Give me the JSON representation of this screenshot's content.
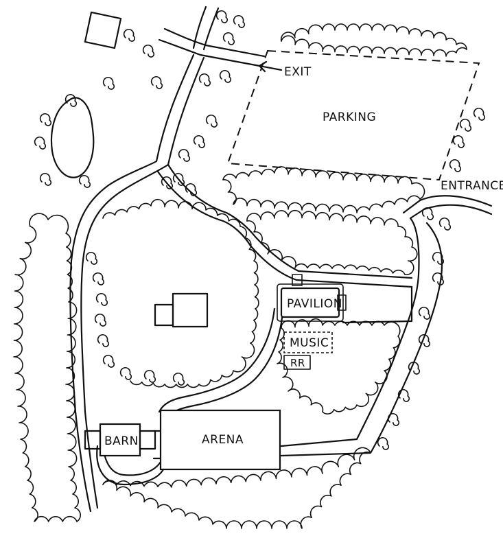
{
  "map": {
    "labels": {
      "exit": "EXIT",
      "parking": "PARKING",
      "entrance": "ENTRANCE",
      "pavilion": "PAVILION",
      "music": "MUSIC",
      "rr": "RR",
      "barn": "BARN",
      "arena": "ARENA"
    },
    "colors": {
      "ink": "#111111",
      "paper": "#ffffff"
    },
    "icons": [
      "exit-arrow-icon",
      "tree-icon"
    ]
  }
}
